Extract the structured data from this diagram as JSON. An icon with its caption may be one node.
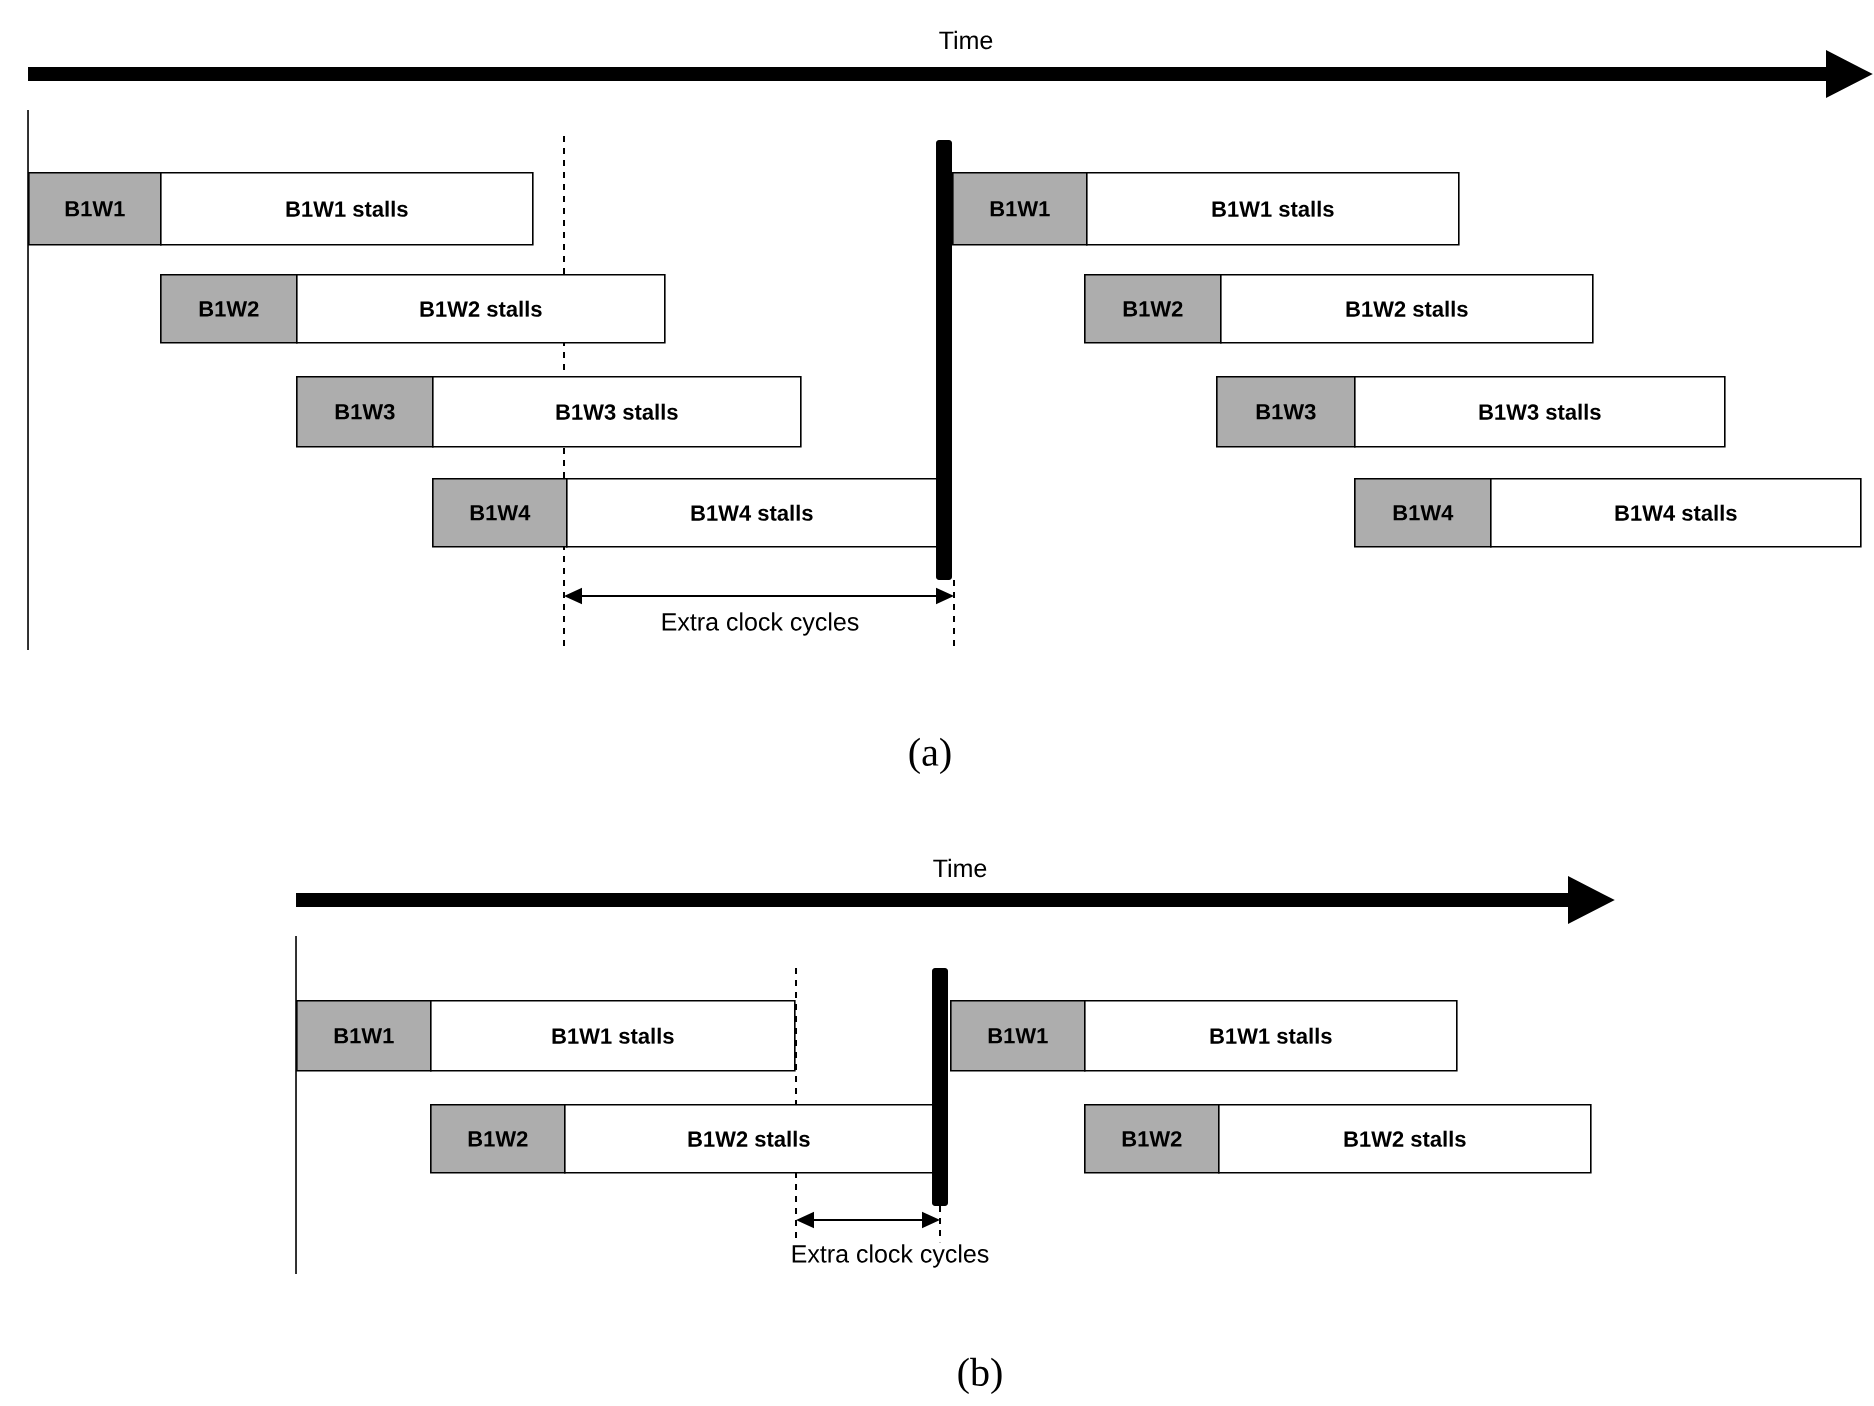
{
  "diagram": {
    "nodes": [
      {
        "text": [
          "B1W1"
        ]
      },
      {
        "text": [
          "B1W1 stalls"
        ]
      },
      {
        "text": [
          "B1W1"
        ]
      },
      {
        "text": [
          "B1W1 stalls"
        ]
      },
      {
        "text": [
          "B1W2"
        ]
      },
      {
        "text": [
          "B1W2 stalls"
        ]
      },
      {
        "text": [
          "B1W2"
        ]
      },
      {
        "text": [
          "B1W2 stalls"
        ]
      },
      {
        "text": [
          "B1W3"
        ]
      },
      {
        "text": [
          "B1W3 stalls"
        ]
      },
      {
        "text": [
          "B1W3"
        ]
      },
      {
        "text": [
          "B1W3 stalls"
        ]
      },
      {
        "text": [
          "B1W4"
        ]
      },
      {
        "text": [
          "B1W4 stalls"
        ]
      },
      {
        "text": [
          "B1W4"
        ]
      },
      {
        "text": [
          "B1W4 stalls"
        ]
      },
      {
        "text": [
          "B1W1"
        ]
      },
      {
        "text": [
          "B1W1 stalls"
        ]
      },
      {
        "text": [
          "B1W1"
        ]
      },
      {
        "text": [
          "B1W1 stalls"
        ]
      },
      {
        "text": [
          "B1W2"
        ]
      },
      {
        "text": [
          "B1W2 stalls"
        ]
      },
      {
        "text": [
          "B1W2"
        ]
      },
      {
        "text": [
          "B1W2 stalls"
        ]
      }
    ],
    "edges": [],
    "labels": [
      "Time",
      "Extra clock cycles",
      "(a)",
      "Time",
      "Extra clock cycles",
      "(b)"
    ]
  }
}
